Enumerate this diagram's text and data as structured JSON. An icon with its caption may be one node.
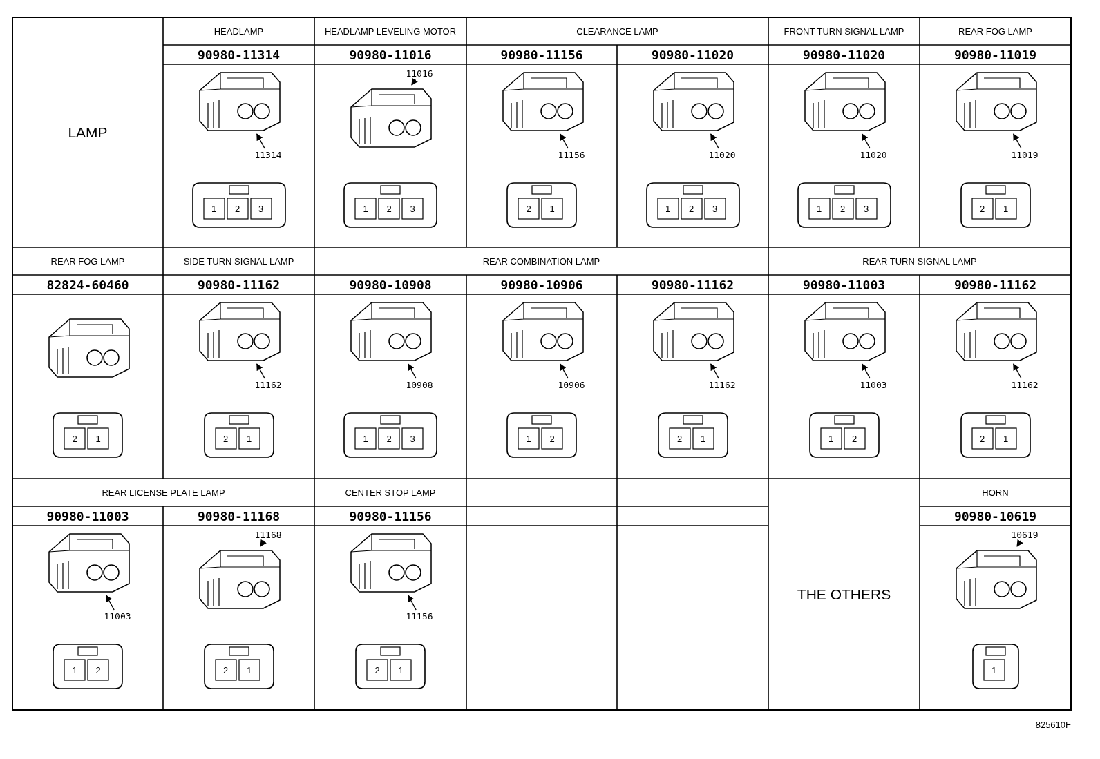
{
  "diagram": {
    "nodes": [
      {
        "text": [],
        "shape": "picture"
      },
      {
        "text": [
          "11314"
        ]
      },
      {
        "text": [
          "11016"
        ]
      },
      {
        "text": [],
        "shape": "picture"
      },
      {
        "text": [],
        "shape": "picture"
      },
      {
        "text": [
          "11156"
        ]
      },
      {
        "text": [],
        "shape": "picture"
      },
      {
        "text": [
          "11020"
        ]
      },
      {
        "text": [],
        "shape": "picture"
      },
      {
        "text": [
          "11020"
        ]
      },
      {
        "text": [],
        "shape": "picture"
      },
      {
        "text": [
          "11019"
        ]
      },
      {
        "text": [],
        "shape": "picture"
      },
      {
        "text": [
          "11162"
        ]
      },
      {
        "text": [],
        "shape": "picture"
      },
      {
        "text": [
          "10908"
        ]
      },
      {
        "text": [],
        "shape": "picture"
      },
      {
        "text": [
          "10906"
        ]
      },
      {
        "text": [],
        "shape": "picture"
      },
      {
        "text": [
          "11162"
        ]
      },
      {
        "text": [],
        "shape": "picture"
      },
      {
        "text": [
          "11003"
        ]
      },
      {
        "text": [],
        "shape": "picture"
      },
      {
        "text": [
          "11162"
        ]
      },
      {
        "text": [],
        "shape": "picture"
      },
      {
        "text": [
          "11003"
        ]
      },
      {
        "text": [
          "11168"
        ]
      },
      {
        "text": [],
        "shape": "picture"
      },
      {
        "text": [],
        "shape": "picture"
      },
      {
        "text": [
          "11156"
        ]
      },
      {
        "text": [
          "10619"
        ]
      },
      {
        "text": [],
        "shape": "picture"
      }
    ],
    "edges": [
      {
        "from": 1,
        "to": 0,
        "arrow": "to"
      },
      {
        "from": 2,
        "to": 3,
        "arrow": "to"
      },
      {
        "from": 5,
        "to": 4,
        "arrow": "to"
      },
      {
        "from": 7,
        "to": 6,
        "arrow": "to"
      },
      {
        "from": 9,
        "to": 8,
        "arrow": "to"
      },
      {
        "from": 11,
        "to": 10,
        "arrow": "to"
      },
      {
        "from": 13,
        "to": 12,
        "arrow": "to"
      },
      {
        "from": 15,
        "to": 14,
        "arrow": "to"
      },
      {
        "from": 17,
        "to": 16,
        "arrow": "to"
      },
      {
        "from": 19,
        "to": 18,
        "arrow": "to"
      },
      {
        "from": 21,
        "to": 20,
        "arrow": "to"
      },
      {
        "from": 23,
        "to": 22,
        "arrow": "to"
      },
      {
        "from": 25,
        "to": 24,
        "arrow": "to"
      },
      {
        "from": 26,
        "to": 27,
        "arrow": "to"
      },
      {
        "from": 29,
        "to": 28,
        "arrow": "to"
      },
      {
        "from": 30,
        "to": 31,
        "arrow": "to"
      }
    ],
    "labels": [
      "LAMP",
      "HEADLAMP",
      "HEADLAMP LEVELING MOTOR",
      "CLEARANCE LAMP",
      "FRONT TURN SIGNAL LAMP",
      "REAR FOG LAMP",
      "90980-11314",
      "90980-11016",
      "90980-11156",
      "90980-11020",
      "90980-11020",
      "90980-11019",
      "1",
      "2",
      "3",
      "1",
      "2",
      "3",
      "2",
      "1",
      "1",
      "2",
      "3",
      "1",
      "2",
      "3",
      "2",
      "1",
      "REAR FOG LAMP",
      "SIDE TURN SIGNAL LAMP",
      "REAR COMBINATION LAMP",
      "REAR TURN SIGNAL LAMP",
      "82824-60460",
      "90980-11162",
      "90980-10908",
      "90980-10906",
      "90980-11162",
      "90980-11003",
      "90980-11162",
      "2",
      "1",
      "2",
      "1",
      "1",
      "2",
      "3",
      "1",
      "2",
      "2",
      "1",
      "1",
      "2",
      "2",
      "1",
      "REAR LICENSE PLATE LAMP",
      "CENTER STOP LAMP",
      "HORN",
      "90980-11003",
      "90980-11168",
      "90980-11156",
      "90980-10619",
      "THE OTHERS",
      "1",
      "2",
      "2",
      "1",
      "2",
      "1",
      "1",
      "825610F"
    ]
  }
}
